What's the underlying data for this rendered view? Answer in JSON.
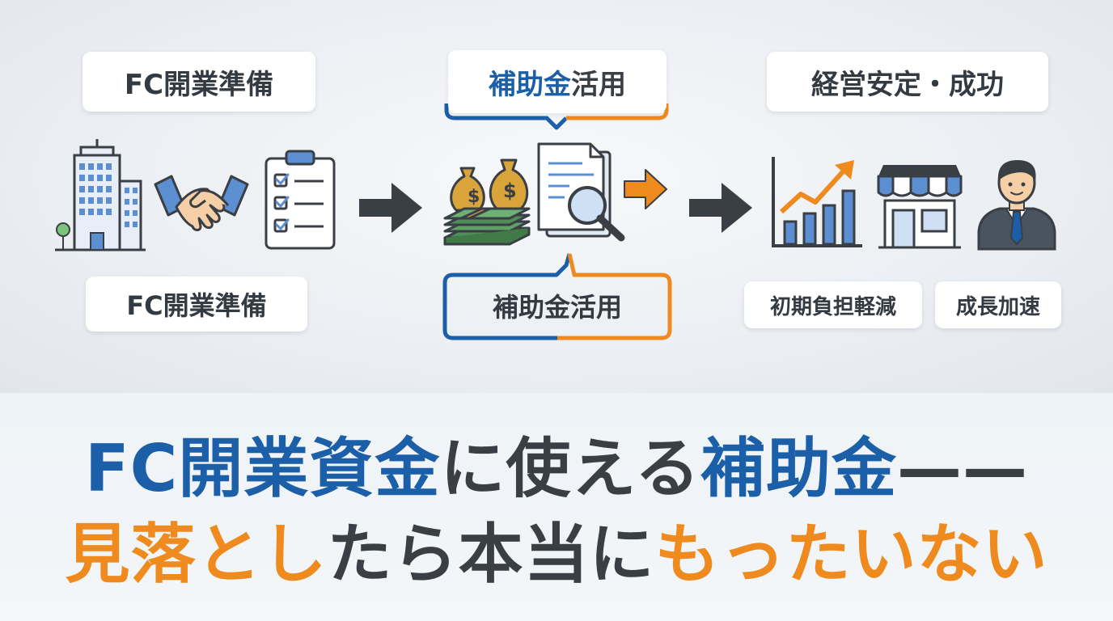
{
  "stages": {
    "prep": {
      "title": "FC開業準備",
      "caption": "FC開業準備"
    },
    "subsidy": {
      "title_part1": "補助金",
      "title_part2": "活用",
      "caption": "補助金活用"
    },
    "success": {
      "title": "経営安定・成功",
      "tag1": "初期負担軽減",
      "tag2": "成長加速"
    }
  },
  "headline": {
    "line1": [
      "FC開業資金",
      "に使える",
      "補助金",
      "——"
    ],
    "line2": [
      "見落とし",
      "たら本当に",
      "もったいない"
    ]
  },
  "colors": {
    "blue": "#1a5fa8",
    "orange": "#ef8a1e",
    "dark": "#3a3f45",
    "icon_blue": "#5b8fd1",
    "money_gold": "#d9a43a"
  }
}
